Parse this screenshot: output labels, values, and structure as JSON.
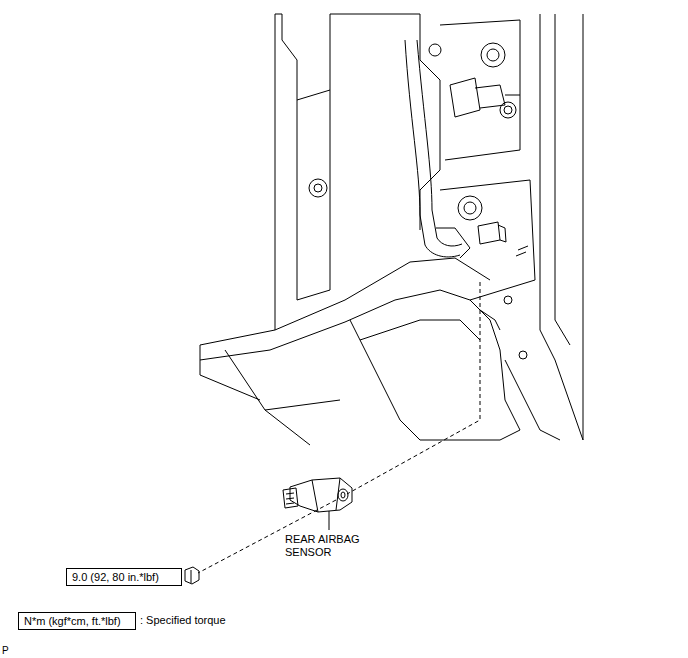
{
  "diagram": {
    "nodes": [
      {
        "text": [
          "9.0 (92, 80 in.*lbf)"
        ]
      },
      {
        "text": [
          "N*m (kgf*cm, ft.*lbf)"
        ]
      }
    ],
    "labels": [
      "REAR AIRBAG SENSOR",
      ": Specified torque",
      "P"
    ]
  }
}
